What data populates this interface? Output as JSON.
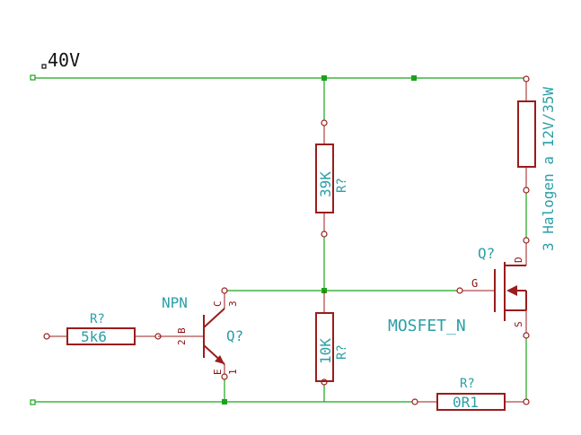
{
  "labels": {
    "supply": "40V",
    "r_39k_ref": "R?",
    "r_39k_value": "39K",
    "r_10k_ref": "R?",
    "r_10k_value": "10K",
    "r_5k6_ref": "R?",
    "r_5k6_value": "5k6",
    "r_0r1_ref": "R?",
    "r_0r1_value": "0R1",
    "npn_ref": "Q?",
    "npn_value": "NPN",
    "npn_pin_b": "B",
    "npn_pin_b_num": "2",
    "npn_pin_c": "C",
    "npn_pin_c_num": "3",
    "npn_pin_e": "E",
    "npn_pin_e_num": "1",
    "mos_ref": "Q?",
    "mos_value": "MOSFET_N",
    "mos_pin_g": "G",
    "mos_pin_d": "D",
    "mos_pin_s": "S",
    "load_label": "3 Halogen a 12V/35W"
  },
  "colors": {
    "wire": "#1aa41a",
    "component": "#9b1c1c",
    "value_text": "#2a9fa6",
    "ref_text": "#2a9fa6"
  }
}
